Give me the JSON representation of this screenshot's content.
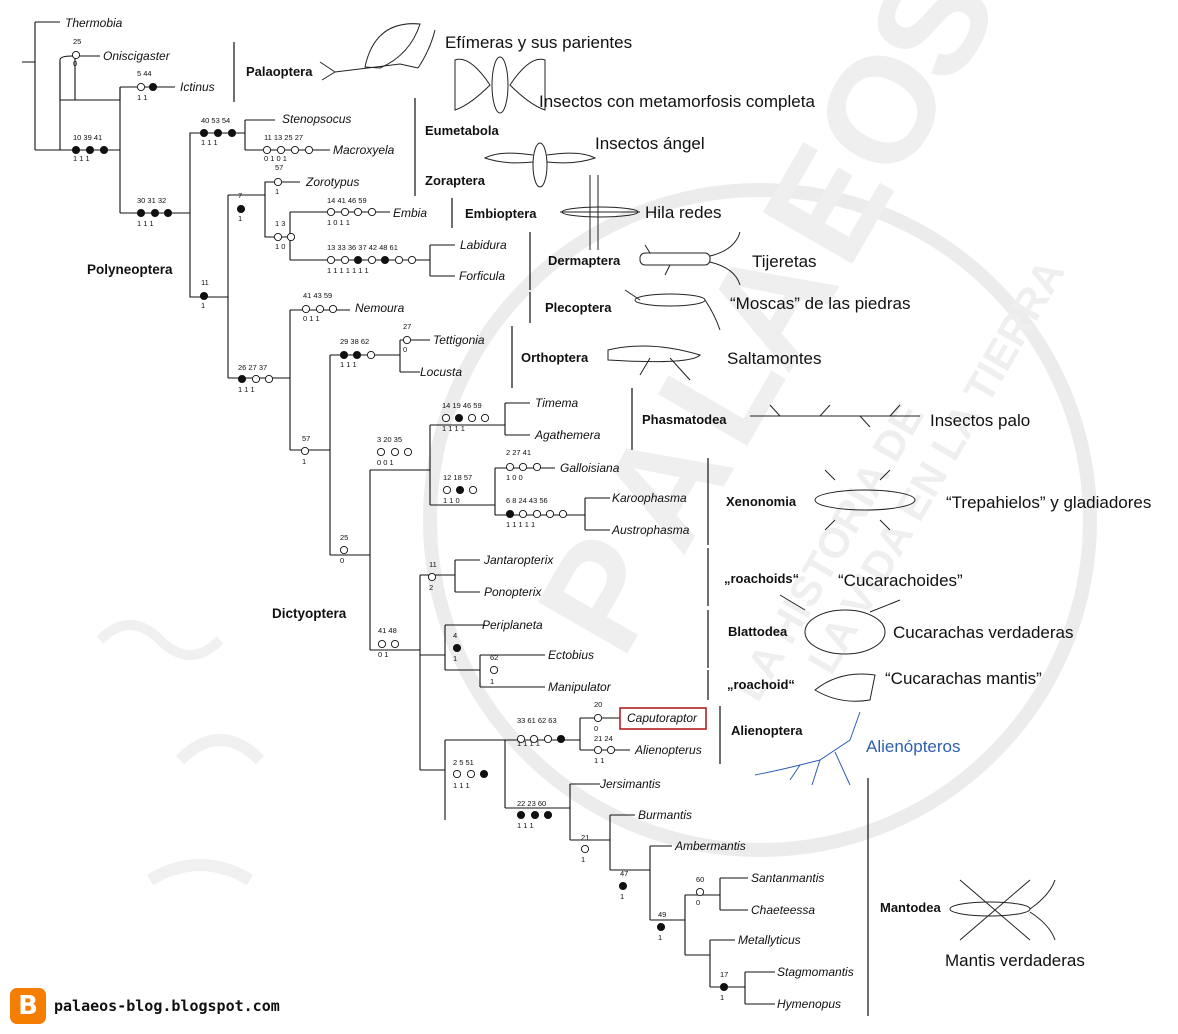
{
  "taxa": [
    "Thermobia",
    "Oniscigaster",
    "Ictinus",
    "Stenopsocus",
    "Macroxyela",
    "Zorotypus",
    "Embia",
    "Labidura",
    "Forficula",
    "Nemoura",
    "Tettigonia",
    "Locusta",
    "Timema",
    "Agathemera",
    "Galloisiana",
    "Karoophasma",
    "Austrophasma",
    "Jantaropterix",
    "Ponopterix",
    "Periplaneta",
    "Ectobius",
    "Manipulator",
    "Caputoraptor",
    "Alienopterus",
    "Jersimantis",
    "Burmantis",
    "Ambermantis",
    "Santanmantis",
    "Chaeteessa",
    "Metallyticus",
    "Stagmomantis",
    "Hymenopus"
  ],
  "groups": [
    "Palaoptera",
    "Eumetabola",
    "Zoraptera",
    "Embioptera",
    "Dermaptera",
    "Plecoptera",
    "Orthoptera",
    "Phasmatodea",
    "Xenonomia",
    "„roachoids“",
    "Blattodea",
    "„roachoid“",
    "Alienoptera",
    "Mantodea"
  ],
  "node_labels": [
    "Polyneoptera",
    "Dictyoptera"
  ],
  "common_names": [
    "Efímeras y sus parientes",
    "Insectos con metamorfosis completa",
    "Insectos ángel",
    "Hila redes",
    "Tijeretas",
    "“Moscas” de las piedras",
    "Saltamontes",
    "Insectos palo",
    "“Trepahielos” y gladiadores",
    "“Cucarachoides”",
    "Cucarachas verdaderas",
    "“Cucarachas mantis”",
    "Alienópteros",
    "Mantis verdaderas"
  ],
  "characters": [
    {
      "above": "25",
      "below": "0",
      "states": [
        "open"
      ]
    },
    {
      "above": "5 44",
      "below": "1 1",
      "states": [
        "open",
        "filled"
      ]
    },
    {
      "above": "10 39 41",
      "below": "1 1 1",
      "states": [
        "filled",
        "filled",
        "filled"
      ]
    },
    {
      "above": "40 53 54",
      "below": "1 1 1",
      "states": [
        "filled",
        "filled",
        "filled"
      ]
    },
    {
      "above": "11 13 25 27",
      "below": "0 1 0 1",
      "states": [
        "open",
        "open",
        "open",
        "open"
      ]
    },
    {
      "above": "30 31 32",
      "below": "1 1 1",
      "states": [
        "filled",
        "filled",
        "filled"
      ]
    },
    {
      "above": "57",
      "below": "1",
      "states": [
        "open"
      ]
    },
    {
      "above": "7",
      "below": "1",
      "states": [
        "filled"
      ]
    },
    {
      "above": "14 41 46 59",
      "below": "1 0 1 1",
      "states": [
        "open",
        "open",
        "open",
        "open"
      ]
    },
    {
      "above": "1 3",
      "below": "1 0",
      "states": [
        "open",
        "open"
      ]
    },
    {
      "above": "13 33 36 37 42 48 61",
      "below": "1 1 1 1 1 1 1",
      "states": [
        "open",
        "open",
        "filled",
        "open",
        "filled",
        "open",
        "open"
      ]
    },
    {
      "above": "11",
      "below": "1",
      "states": [
        "filled"
      ]
    },
    {
      "above": "41 43 59",
      "below": "0 1 1",
      "states": [
        "open",
        "open",
        "open"
      ]
    },
    {
      "above": "26 27 37",
      "below": "1 1 1",
      "states": [
        "filled",
        "open",
        "open"
      ]
    },
    {
      "above": "29 38 62",
      "below": "1 1 1",
      "states": [
        "filled",
        "filled",
        "open"
      ]
    },
    {
      "above": "27",
      "below": "0",
      "states": [
        "open"
      ]
    },
    {
      "above": "57",
      "below": "1",
      "states": [
        "open"
      ]
    },
    {
      "above": "14 19 46 59",
      "below": "1 1 1 1",
      "states": [
        "open",
        "filled",
        "open",
        "open"
      ]
    },
    {
      "above": "3 20 35",
      "below": "0 0 1",
      "states": [
        "open",
        "open",
        "open"
      ]
    },
    {
      "above": "2 27 41",
      "below": "1 0 0",
      "states": [
        "open",
        "open",
        "open"
      ]
    },
    {
      "above": "12 18 57",
      "below": "1 1 0",
      "states": [
        "open",
        "filled",
        "open"
      ]
    },
    {
      "above": "6 8 24 43 56",
      "below": "1 1 1 1 1",
      "states": [
        "filled",
        "open",
        "open",
        "open",
        "open"
      ]
    },
    {
      "above": "25",
      "below": "0",
      "states": [
        "open"
      ]
    },
    {
      "above": "11",
      "below": "2",
      "states": [
        "open"
      ]
    },
    {
      "above": "41 48",
      "below": "0 1",
      "states": [
        "open",
        "open"
      ]
    },
    {
      "above": "4",
      "below": "1",
      "states": [
        "filled"
      ]
    },
    {
      "above": "62",
      "below": "1",
      "states": [
        "open"
      ]
    },
    {
      "above": "20",
      "below": "0",
      "states": [
        "open"
      ]
    },
    {
      "above": "33 61 62 63",
      "below": "1 1 1 1",
      "states": [
        "open",
        "open",
        "open",
        "filled"
      ]
    },
    {
      "above": "21 24",
      "below": "1 1",
      "states": [
        "open",
        "open"
      ]
    },
    {
      "above": "2 5 51",
      "below": "1 1 1",
      "states": [
        "open",
        "open",
        "filled"
      ]
    },
    {
      "above": "22 23 60",
      "below": "1 1 1",
      "states": [
        "filled",
        "filled",
        "filled"
      ]
    },
    {
      "above": "21",
      "below": "1",
      "states": [
        "open"
      ]
    },
    {
      "above": "47",
      "below": "1",
      "states": [
        "filled"
      ]
    },
    {
      "above": "60",
      "below": "0",
      "states": [
        "open"
      ]
    },
    {
      "above": "49",
      "below": "1",
      "states": [
        "filled"
      ]
    },
    {
      "above": "17",
      "below": "1",
      "states": [
        "filled"
      ]
    }
  ],
  "watermark": {
    "letters": [
      "P",
      "A",
      "L",
      "A",
      "E",
      "O",
      "S"
    ],
    "arc1": "LA HISTORIA DE",
    "arc2": "LA VIDA EN LA TIERRA"
  },
  "footer": {
    "url": "palaeos-blog.blogspot.com",
    "icon": "blogger-icon"
  },
  "colors": {
    "highlight_box": "#b22222",
    "alienoptera_blue": "#2f5fb0",
    "blogger_orange": "#f57d00"
  }
}
